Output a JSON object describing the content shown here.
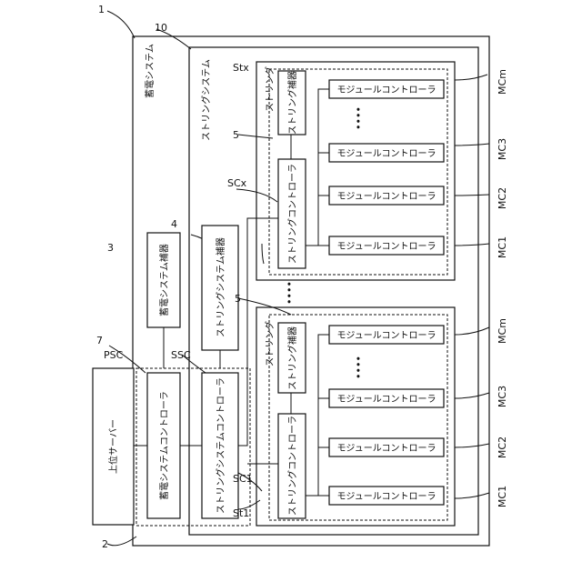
{
  "labels": {
    "storage_system_ref": "1",
    "string_system_ref": "10",
    "storage_controller_ref": "2",
    "storage_aux_ref": "3",
    "string_system_aux_ref": "4",
    "string_aux_ref": "5",
    "server_ref": "7",
    "psc": "PSC",
    "ssc": "SSC",
    "stx": "Stx",
    "scx": "SCx",
    "st1": "St1",
    "sc1": "SC1",
    "mcm": "MCm",
    "mc3": "MC3",
    "mc2": "MC2",
    "mc1": "MC1",
    "dots": "••••"
  },
  "texts": {
    "storage_system": "蓄電システム",
    "string_system": "ストリングシステム",
    "string": "ストリング",
    "upper_server": "上位サーバー",
    "storage_system_controller": "蓄電システムコントローラ",
    "storage_system_aux": "蓄電システム補器",
    "string_system_controller": "ストリングシステムコントローラ",
    "string_system_aux": "ストリングシステム補器",
    "string_controller": "ストリングコントローラ",
    "string_aux": "ストリング補器",
    "module_controller": "モジュールコントローラ"
  }
}
